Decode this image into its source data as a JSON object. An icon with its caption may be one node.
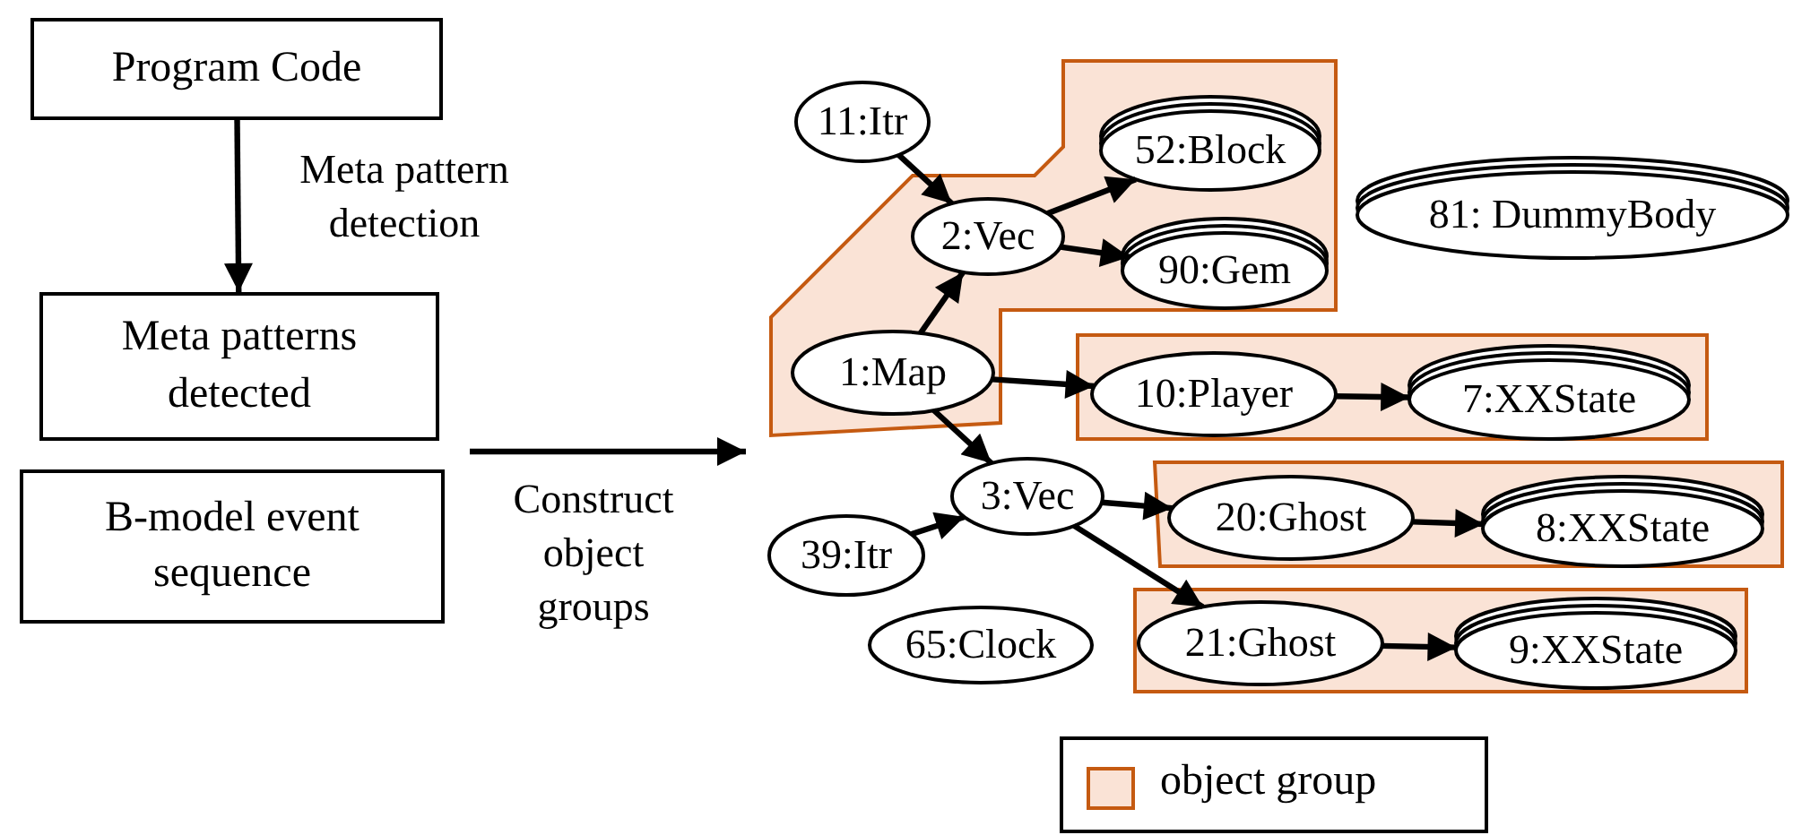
{
  "diagram": {
    "nodes": [
      {
        "text": [
          "Program Code"
        ]
      },
      {
        "text": [
          "Meta patterns detected"
        ]
      },
      {
        "text": [
          "B-model event sequence"
        ]
      },
      {
        "text": [
          "11:Itr"
        ]
      },
      {
        "text": [],
        "shape": "box"
      },
      {
        "text": [
          "2:Vec"
        ],
        "in": 4
      },
      {
        "text": [
          "52:Block"
        ],
        "in": 4
      },
      {
        "text": [
          "90:Gem"
        ],
        "in": 4
      },
      {
        "text": [
          "1:Map"
        ],
        "in": 4
      },
      {
        "text": [
          "81: DummyBody"
        ]
      },
      {
        "text": [],
        "shape": "box"
      },
      {
        "text": [
          "10:Player"
        ],
        "in": 10
      },
      {
        "text": [
          "7:XXState"
        ],
        "in": 10
      },
      {
        "text": [
          "3:Vec"
        ]
      },
      {
        "text": [
          "39:Itr"
        ]
      },
      {
        "text": [],
        "shape": "box"
      },
      {
        "text": [
          "20:Ghost"
        ],
        "in": 15
      },
      {
        "text": [
          "8:XXState"
        ],
        "in": 15
      },
      {
        "text": [],
        "shape": "box"
      },
      {
        "text": [
          "21:Ghost"
        ],
        "in": 18
      },
      {
        "text": [
          "9:XXState"
        ],
        "in": 18
      },
      {
        "text": [
          "65:Clock"
        ]
      }
    ],
    "edges": [
      {
        "from": 0,
        "to": 1,
        "arrow": "to",
        "label": "Meta pattern detection"
      },
      {
        "from": 3,
        "to": 5,
        "arrow": "to"
      },
      {
        "from": 8,
        "to": 5,
        "arrow": "to"
      },
      {
        "from": 5,
        "to": 6,
        "arrow": "to"
      },
      {
        "from": 5,
        "to": 7,
        "arrow": "to"
      },
      {
        "from": 8,
        "to": 11,
        "arrow": "to"
      },
      {
        "from": 11,
        "to": 12,
        "arrow": "to"
      },
      {
        "from": 8,
        "to": 13,
        "arrow": "to"
      },
      {
        "from": 14,
        "to": 13,
        "arrow": "to"
      },
      {
        "from": 13,
        "to": 16,
        "arrow": "to"
      },
      {
        "from": 16,
        "to": 17,
        "arrow": "to"
      },
      {
        "from": 13,
        "to": 19,
        "arrow": "to"
      },
      {
        "from": 19,
        "to": 20,
        "arrow": "to"
      }
    ],
    "labels": [
      "Construct object groups"
    ],
    "legend": [
      {
        "text": "object group",
        "color": "#fae3d6"
      }
    ]
  }
}
